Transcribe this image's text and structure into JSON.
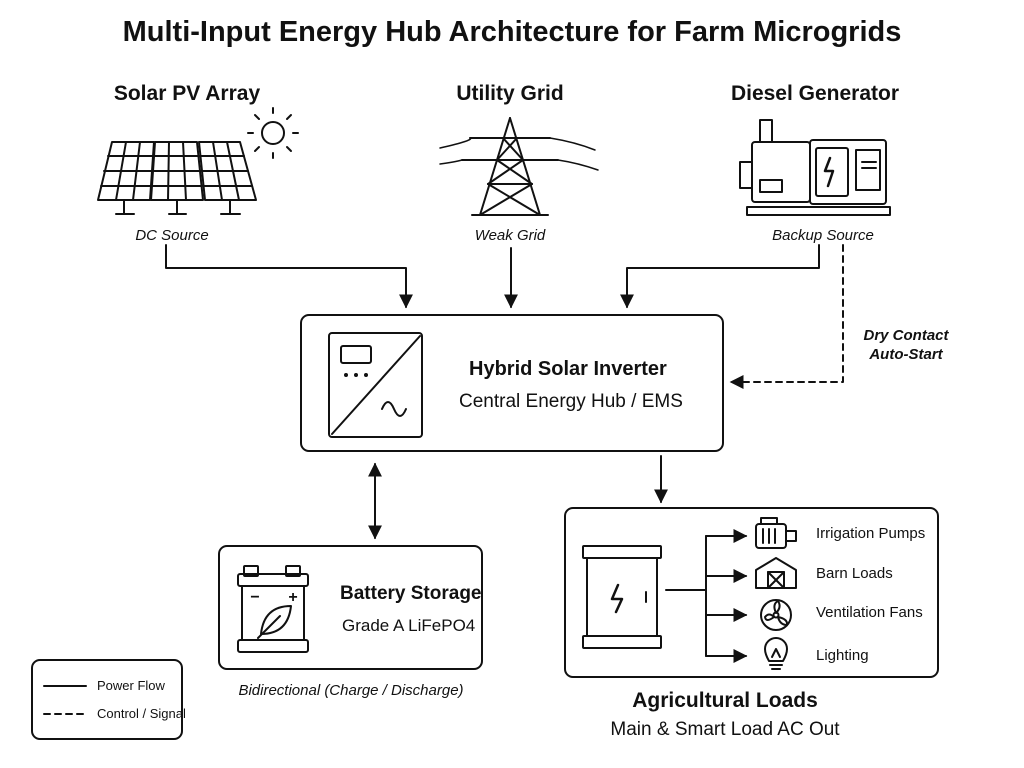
{
  "title": "Multi-Input Energy Hub Architecture for Farm Microgrids",
  "sources": {
    "solar": {
      "title": "Solar PV Array",
      "subtitle": "DC Source"
    },
    "grid": {
      "title": "Utility Grid",
      "subtitle": "Weak Grid"
    },
    "diesel": {
      "title": "Diesel Generator",
      "subtitle": "Backup Source"
    }
  },
  "control_signal": {
    "line1": "Dry Contact",
    "line2": "Auto-Start"
  },
  "hub": {
    "title": "Hybrid Solar Inverter",
    "subtitle": "Central Energy Hub / EMS"
  },
  "battery": {
    "title": "Battery Storage",
    "subtitle": "Grade A LiFePO4",
    "flow_label": "Bidirectional (Charge / Discharge)",
    "terminal_minus": "−",
    "terminal_plus": "+"
  },
  "loads": {
    "title": "Agricultural Loads",
    "subtitle": "Main & Smart Load AC Out",
    "items": [
      "Irrigation Pumps",
      "Barn Loads",
      "Ventilation Fans",
      "Lighting"
    ]
  },
  "legend": {
    "power": "Power Flow",
    "control": "Control / Signal"
  },
  "icons": [
    "sun-icon",
    "solar-panel-icon",
    "transmission-tower-icon",
    "generator-icon",
    "inverter-icon",
    "battery-icon",
    "leaf-icon",
    "distribution-panel-icon",
    "pump-icon",
    "barn-icon",
    "fan-icon",
    "bulb-icon",
    "lightning-icon"
  ],
  "colors": {
    "stroke": "#111111",
    "background": "#ffffff"
  }
}
